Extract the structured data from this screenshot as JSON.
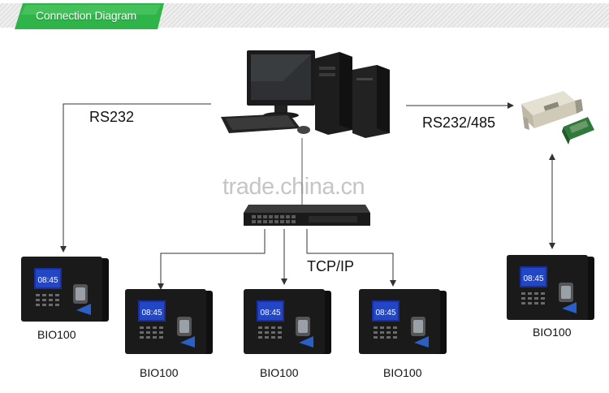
{
  "banner": {
    "title": "Connection Diagram"
  },
  "links": {
    "rs232": "RS232",
    "rs232_485": "RS232/485",
    "tcpip": "TCP/IP"
  },
  "devices": [
    {
      "label": "BIO100"
    },
    {
      "label": "BIO100"
    },
    {
      "label": "BIO100"
    },
    {
      "label": "BIO100"
    },
    {
      "label": "BIO100"
    }
  ],
  "device_screen": {
    "time": "08:45"
  },
  "watermark": "trade.china.cn",
  "colors": {
    "banner_green": "#2fb44a",
    "line": "#333333",
    "device_body": "#1a1a1a"
  }
}
